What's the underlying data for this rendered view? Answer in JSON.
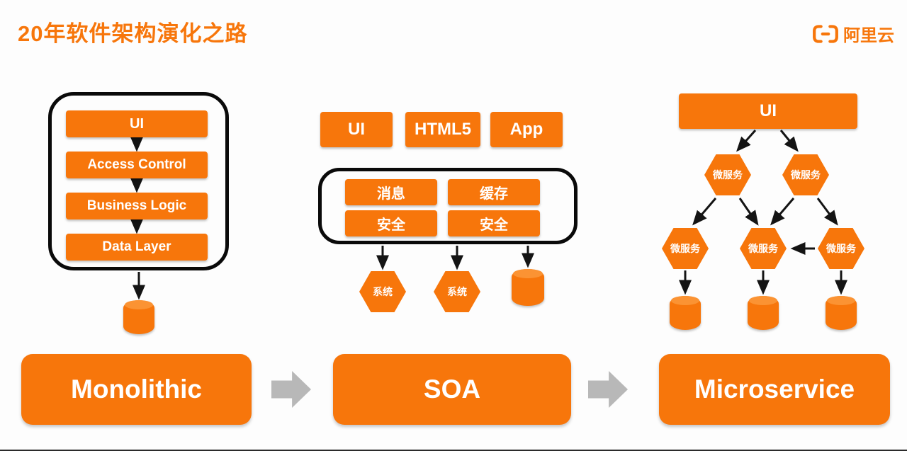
{
  "page": {
    "title": "20年软件架构演化之路",
    "logo_text": "阿里云"
  },
  "colors": {
    "accent": "#F7760B",
    "flow_arrow_gray": "#B8B8B8",
    "connector_black": "#141414"
  },
  "monolithic": {
    "layers": [
      "UI",
      "Access Control",
      "Business Logic",
      "Data Layer"
    ],
    "caption": "Monolithic"
  },
  "soa": {
    "clients": [
      "UI",
      "HTML5",
      "App"
    ],
    "services": [
      "消息",
      "缓存",
      "安全",
      "安全"
    ],
    "systems": [
      "系统",
      "系统"
    ],
    "caption": "SOA"
  },
  "microservice": {
    "ui_label": "UI",
    "tier1": [
      "微服务",
      "微服务"
    ],
    "tier2": [
      "微服务",
      "微服务",
      "微服务"
    ],
    "caption": "Microservice"
  }
}
